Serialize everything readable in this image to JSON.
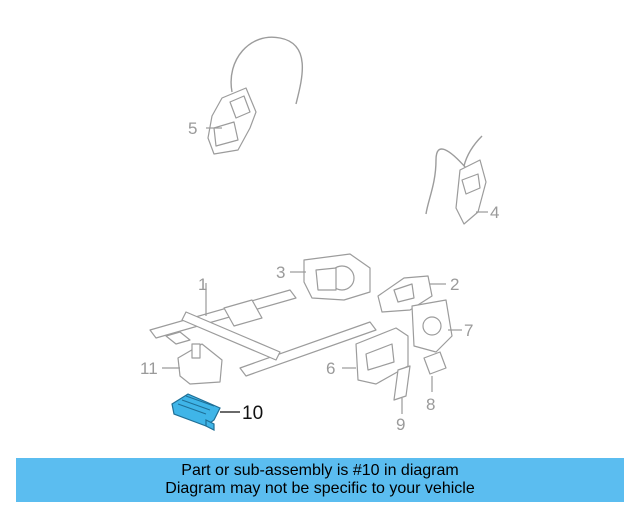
{
  "diagram": {
    "callouts": [
      "1",
      "2",
      "3",
      "4",
      "5",
      "6",
      "7",
      "8",
      "9",
      "10",
      "11"
    ],
    "highlighted_callout": "10",
    "colors": {
      "line": "#9c9c9c",
      "highlight_part": "#3fb5e8",
      "banner_bg": "#5bbdf0"
    }
  },
  "banner": {
    "line1": "Part or sub-assembly is #10 in diagram",
    "line2": "Diagram may not be specific to your vehicle"
  }
}
